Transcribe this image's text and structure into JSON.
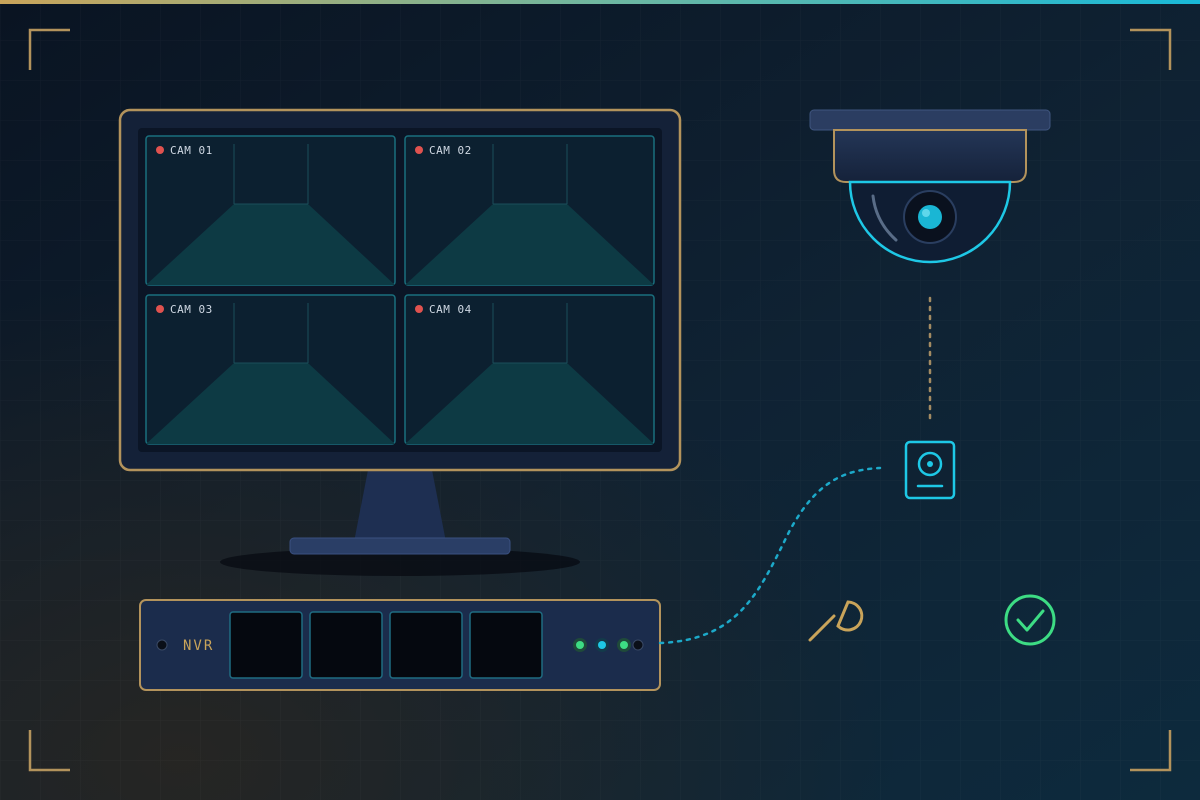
{
  "colors": {
    "background_top": "#0a1320",
    "background_bottom": "#1a2230",
    "gold": "#b3935c",
    "cyan": "#1ec8e6",
    "teal_dark": "#0d3a44",
    "navy": "#1c2c4a",
    "red_dot": "#e0524f",
    "green": "#3ddc84",
    "top_bar_left": "#c9a45a",
    "top_bar_right": "#19b9d8"
  },
  "monitor": {
    "feeds": [
      {
        "label": "CAM 01"
      },
      {
        "label": "CAM 02"
      },
      {
        "label": "CAM 03"
      },
      {
        "label": "CAM 04"
      }
    ]
  },
  "nvr": {
    "label": "NVR",
    "leds": [
      "green",
      "cyan",
      "green"
    ]
  },
  "icons": {
    "camera": "dome-camera-icon",
    "storage": "hard-drive-icon",
    "tool": "wrench-icon",
    "status": "check-circle-icon"
  }
}
